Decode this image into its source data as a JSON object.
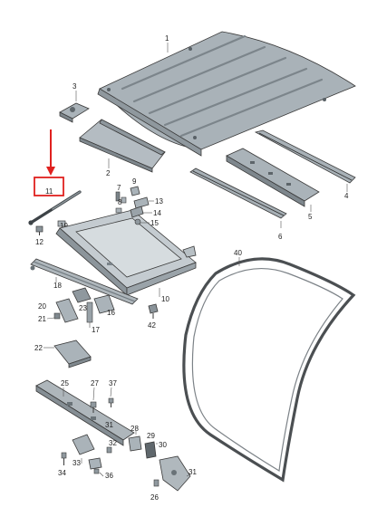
{
  "colors": {
    "part_fill": "#a9b2b8",
    "part_light": "#cfd5d9",
    "part_dark": "#6d767c",
    "seal": "#4b4f52",
    "callout": "#e0211f",
    "stroke": "#3a3a3a"
  },
  "callouts": {
    "highlighted_part": "11"
  },
  "labels": {
    "p1": "1",
    "p2": "2",
    "p3": "3",
    "p4": "4",
    "p5": "5",
    "p6": "6",
    "p7": "7",
    "p8": "8",
    "p9": "9",
    "p10": "10",
    "p11": "11",
    "p12": "12",
    "p13": "13",
    "p14": "14",
    "p15": "15",
    "p16": "16",
    "p17": "17",
    "p18": "18",
    "p19": "19",
    "p20": "20",
    "p21": "21",
    "p22": "22",
    "p23": "23",
    "p25": "25",
    "p26": "26",
    "p27": "27",
    "p28": "28",
    "p29": "29",
    "p30": "30",
    "p31": "31",
    "p32": "32",
    "p33": "33",
    "p34": "34",
    "p36": "36",
    "p37": "37",
    "p40": "40",
    "p42": "42"
  }
}
